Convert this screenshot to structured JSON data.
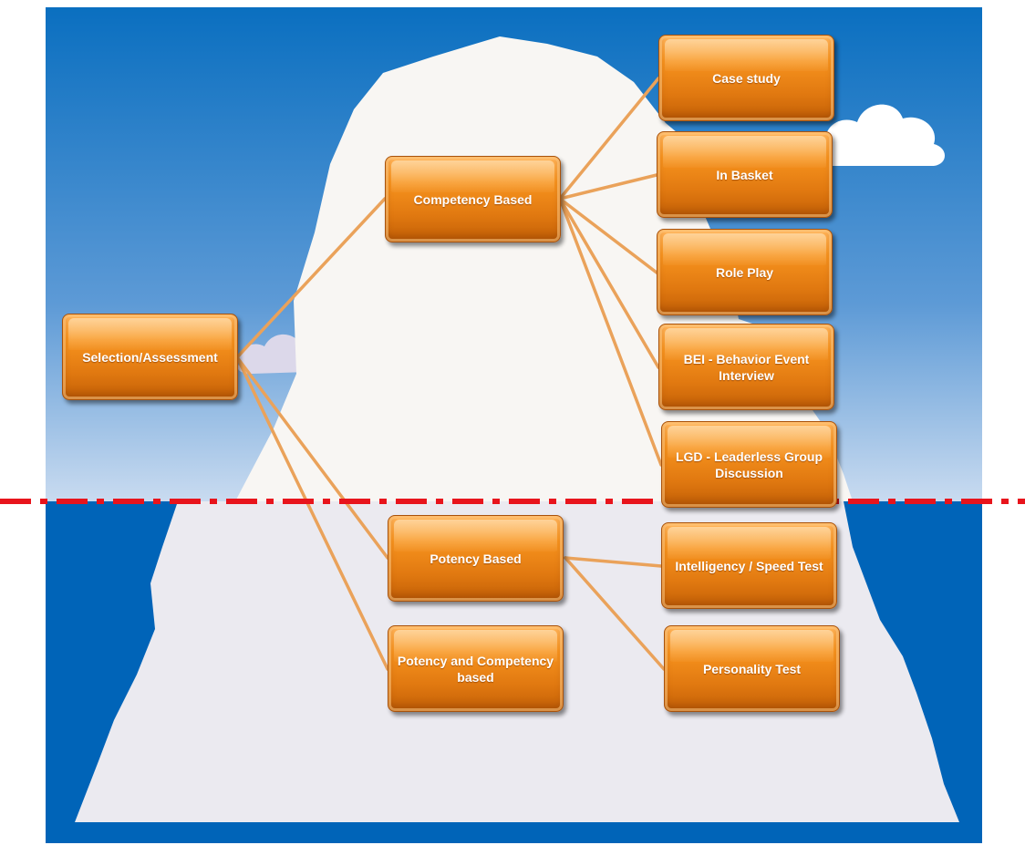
{
  "colors": {
    "sky_top": "#0a6fc0",
    "sky_bottom": "#c9dbf0",
    "sea": "#0064b8",
    "ice_above": "#f8f6f3",
    "ice_below": "#ebeaf0",
    "node_orange": "#f7931e",
    "connector": "#eaa25a",
    "waterline": "#e8141c"
  },
  "nodes": {
    "root": "Selection/Assessment",
    "competency": "Competency Based",
    "potency": "Potency Based",
    "potency_competency": "Potency and Competency based",
    "case_study": "Case study",
    "in_basket": "In Basket",
    "role_play": "Role Play",
    "bei": "BEI - Behavior Event Interview",
    "lgd": "LGD - Leaderless Group Discussion",
    "intelligency": "Intelligency / Speed Test",
    "personality": "Personality Test"
  }
}
